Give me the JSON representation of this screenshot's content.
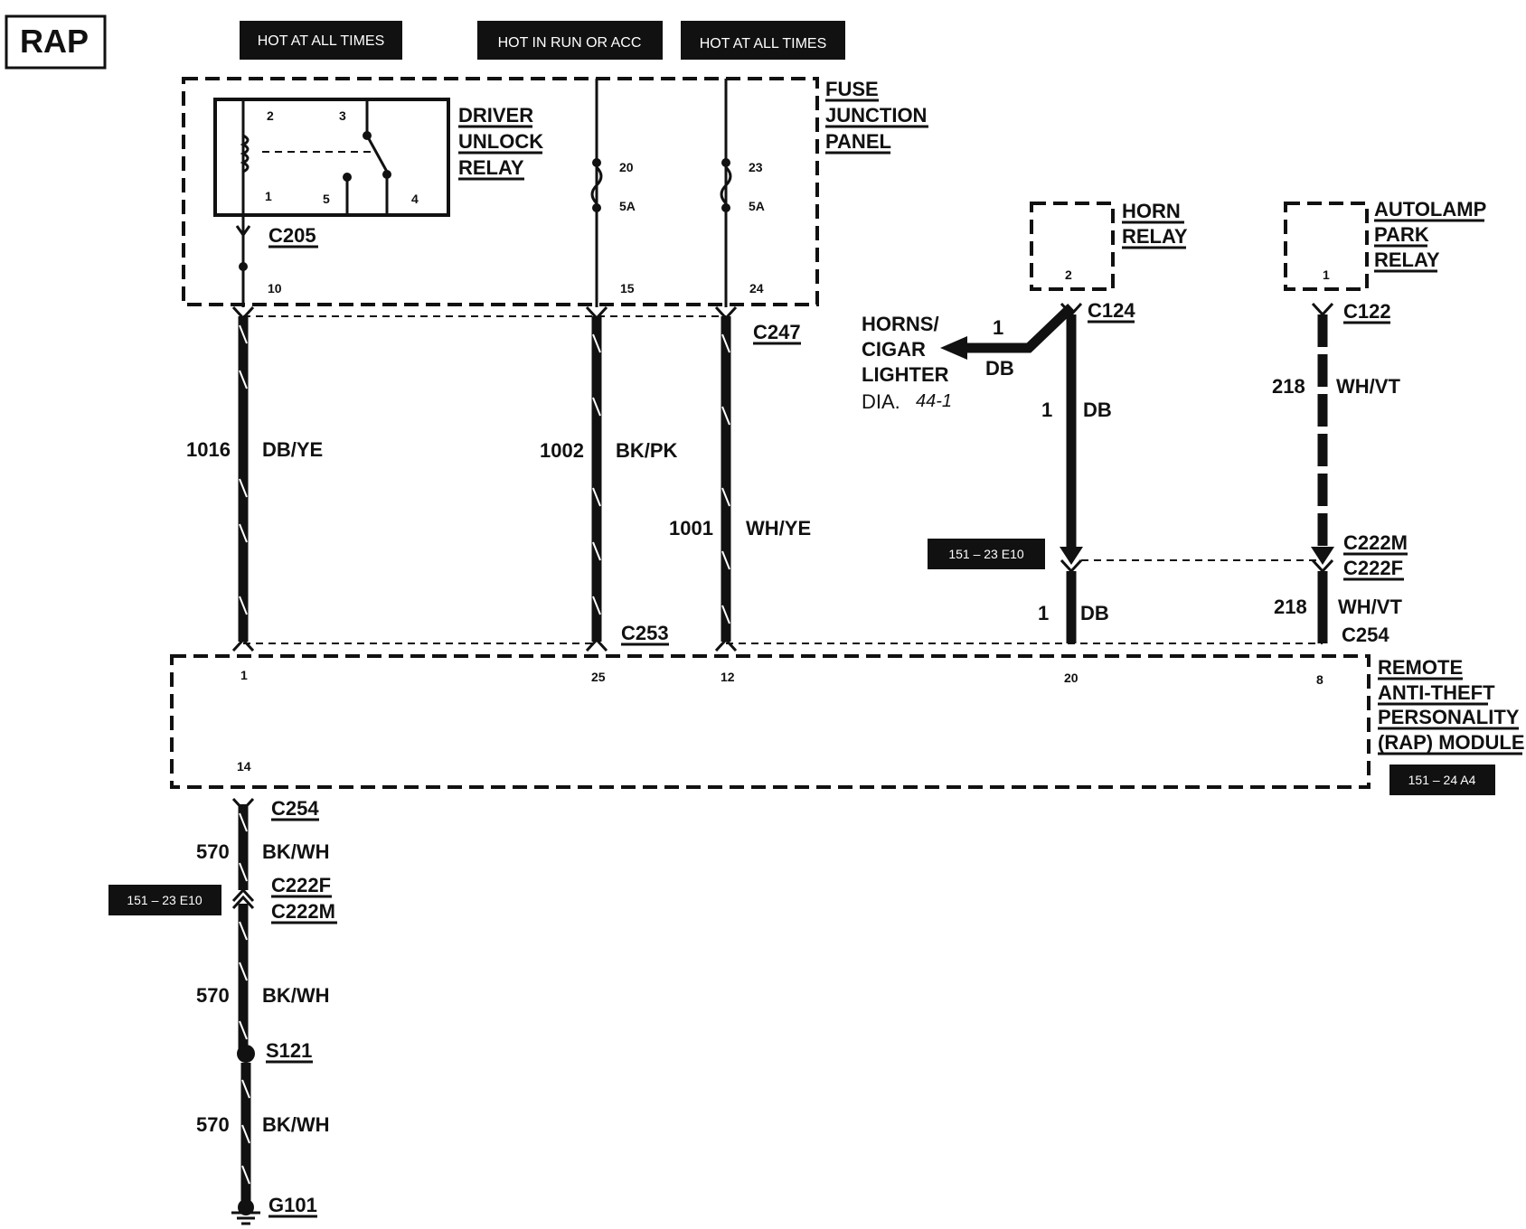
{
  "title": "RAP",
  "power_labels": [
    "HOT AT ALL TIMES",
    "HOT IN RUN OR ACC",
    "HOT AT ALL TIMES"
  ],
  "fuse_junction_panel": "FUSE JUNCTION PANEL",
  "relay": {
    "name": "DRIVER UNLOCK RELAY",
    "pins": [
      "2",
      "3",
      "1",
      "5",
      "4"
    ],
    "connector": "C205",
    "out_pin": "10"
  },
  "fuses": [
    {
      "num": "20",
      "rating": "5A",
      "out_pin": "15"
    },
    {
      "num": "23",
      "rating": "5A",
      "out_pin": "24"
    }
  ],
  "connectors": {
    "c247": "C247",
    "c253": "C253",
    "c124": "C124",
    "c122": "C122",
    "c222m": "C222M",
    "c222f": "C222F",
    "c254": "C254",
    "s121": "S121",
    "g101": "G101"
  },
  "wires": [
    {
      "circuit": "1016",
      "color": "DB/YE"
    },
    {
      "circuit": "1002",
      "color": "BK/PK"
    },
    {
      "circuit": "1001",
      "color": "WH/YE"
    },
    {
      "circuit": "1",
      "color": "DB"
    },
    {
      "circuit": "218",
      "color": "WH/VT"
    },
    {
      "circuit": "570",
      "color": "BK/WH"
    }
  ],
  "horn_relay": {
    "name": "HORN RELAY",
    "pin": "2"
  },
  "autolamp_relay": {
    "name": "AUTOLAMP PARK RELAY",
    "pin": "1"
  },
  "horns_ref": {
    "text": "HORNS/ CIGAR LIGHTER",
    "dia": "DIA.",
    "page": "44-1"
  },
  "module": {
    "name": "REMOTE ANTI-THEFT PERSONALITY (RAP) MODULE",
    "pins": [
      "1",
      "25",
      "12",
      "20",
      "8",
      "14"
    ]
  },
  "refs": [
    "151 – 23 E10",
    "151 – 24 A4",
    "151 – 23 E10"
  ]
}
